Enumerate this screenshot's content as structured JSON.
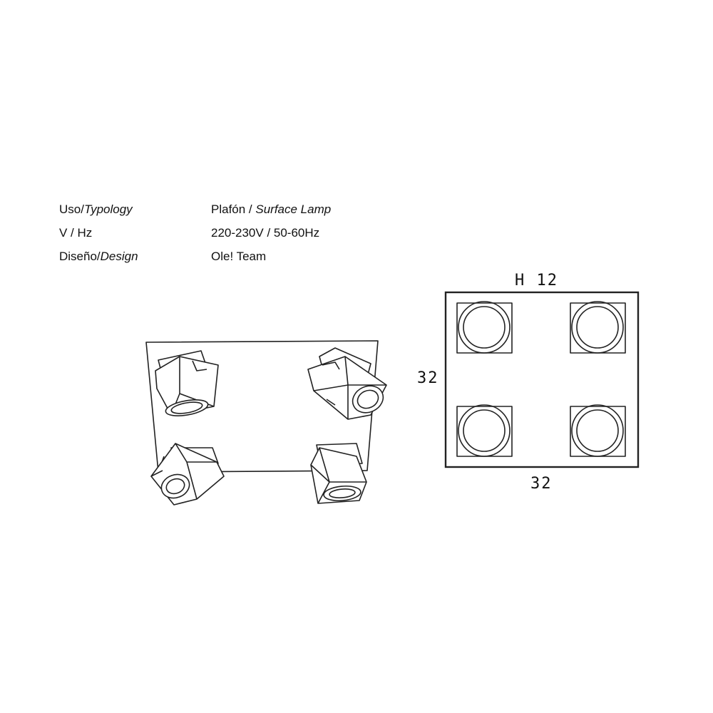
{
  "specs": [
    {
      "label_plain": "Uso/",
      "label_italic": "Typology",
      "value_plain": "Plafón  / ",
      "value_italic": "Surface Lamp"
    },
    {
      "label_plain": "V / Hz",
      "label_italic": "",
      "value_plain": "220-230V / 50-60Hz",
      "value_italic": ""
    },
    {
      "label_plain": "Diseño/",
      "label_italic": "Design",
      "value_plain": "Ole! Team",
      "value_italic": ""
    }
  ],
  "dimensions": {
    "height": "H 12",
    "side": "32",
    "bottom": "32"
  }
}
